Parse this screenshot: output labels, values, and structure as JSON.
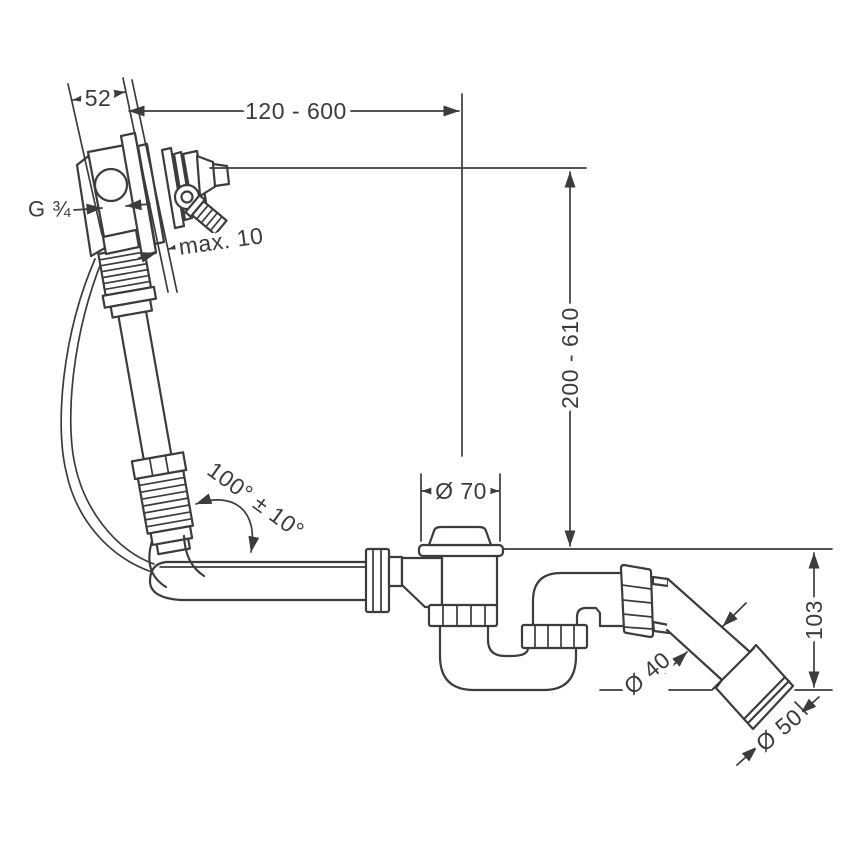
{
  "drawing": {
    "title": "bath-waste-and-overflow-set-dimensional-drawing",
    "colors": {
      "line": "#3c3c3c",
      "background": "#ffffff"
    },
    "dimensions": {
      "valve_depth": "52",
      "horizontal_range": "120 - 600",
      "vertical_range": "200 - 610",
      "thread_size": "G ¾",
      "wall_thickness_max": "max. 10",
      "hose_angle": "100° ± 10°",
      "waste_diameter": "Ø 70",
      "outlet_height": "103",
      "pipe_diameter": "Ø 40",
      "outlet_diameter": "Ø 50"
    }
  }
}
